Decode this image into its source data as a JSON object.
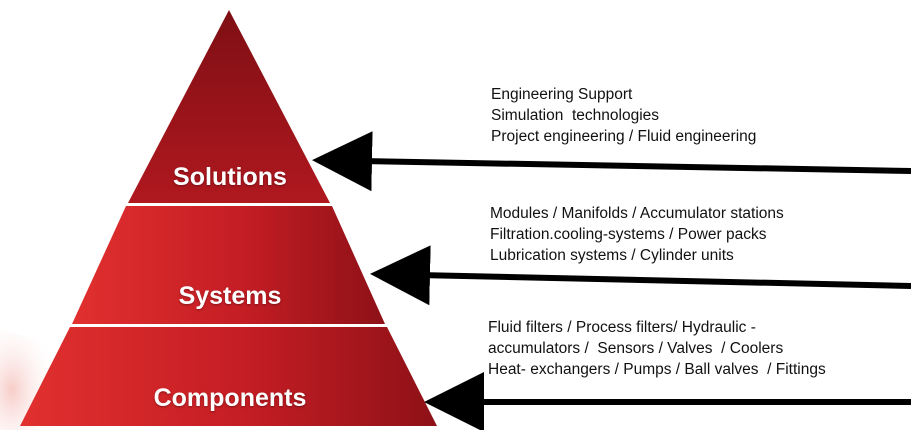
{
  "pyramid": {
    "tiers": [
      {
        "id": "solutions",
        "label": "Solutions"
      },
      {
        "id": "systems",
        "label": "Systems"
      },
      {
        "id": "components",
        "label": "Components"
      }
    ]
  },
  "descriptions": {
    "solutions": [
      "Engineering Support",
      "Simulation  technologies",
      "Project engineering / Fluid engineering"
    ],
    "systems": [
      "Modules / Manifolds / Accumulator stations",
      "Filtration.cooling-systems / Power packs",
      "Lubrication systems / Cylinder units"
    ],
    "components": [
      "Fluid filters / Process filters/ Hydraulic -",
      "accumulators /  Sensors / Valves  / Coolers",
      "Heat- exchangers / Pumps / Ball valves  / Fittings"
    ]
  },
  "colors": {
    "tier_dark": "#8f1218",
    "tier_light": "#d9262b",
    "arrow": "#000000",
    "separator": "#ffffff",
    "glow": "#f6c7c2"
  }
}
